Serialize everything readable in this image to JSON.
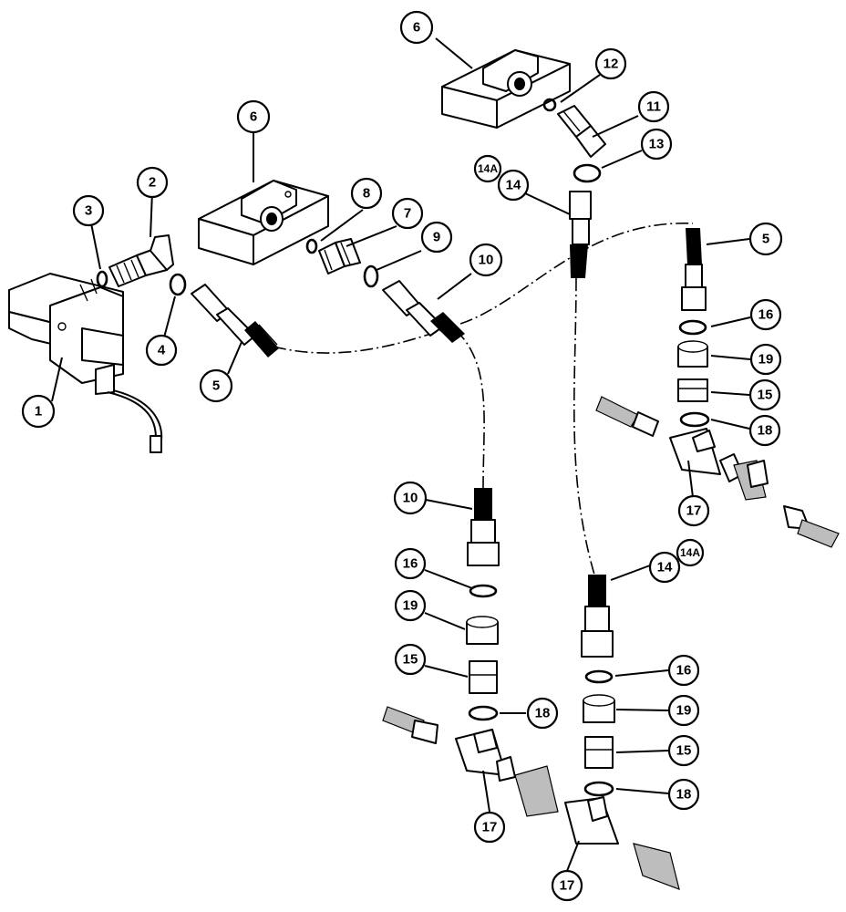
{
  "callouts": {
    "c1": "1",
    "c2": "2",
    "c3": "3",
    "c4": "4",
    "c5a": "5",
    "c5b": "5",
    "c6a": "6",
    "c6b": "6",
    "c7": "7",
    "c8": "8",
    "c9": "9",
    "c10a": "10",
    "c10b": "10",
    "c11": "11",
    "c12": "12",
    "c13": "13",
    "c14a": "14",
    "c14b": "14",
    "c14Aa": "14A",
    "c14Ab": "14A",
    "c15a": "15",
    "c15b": "15",
    "c15c": "15",
    "c16a": "16",
    "c16b": "16",
    "c16c": "16",
    "c17a": "17",
    "c17b": "17",
    "c17c": "17",
    "c18a": "18",
    "c18b": "18",
    "c18c": "18",
    "c19a": "19",
    "c19b": "19",
    "c19c": "19"
  }
}
